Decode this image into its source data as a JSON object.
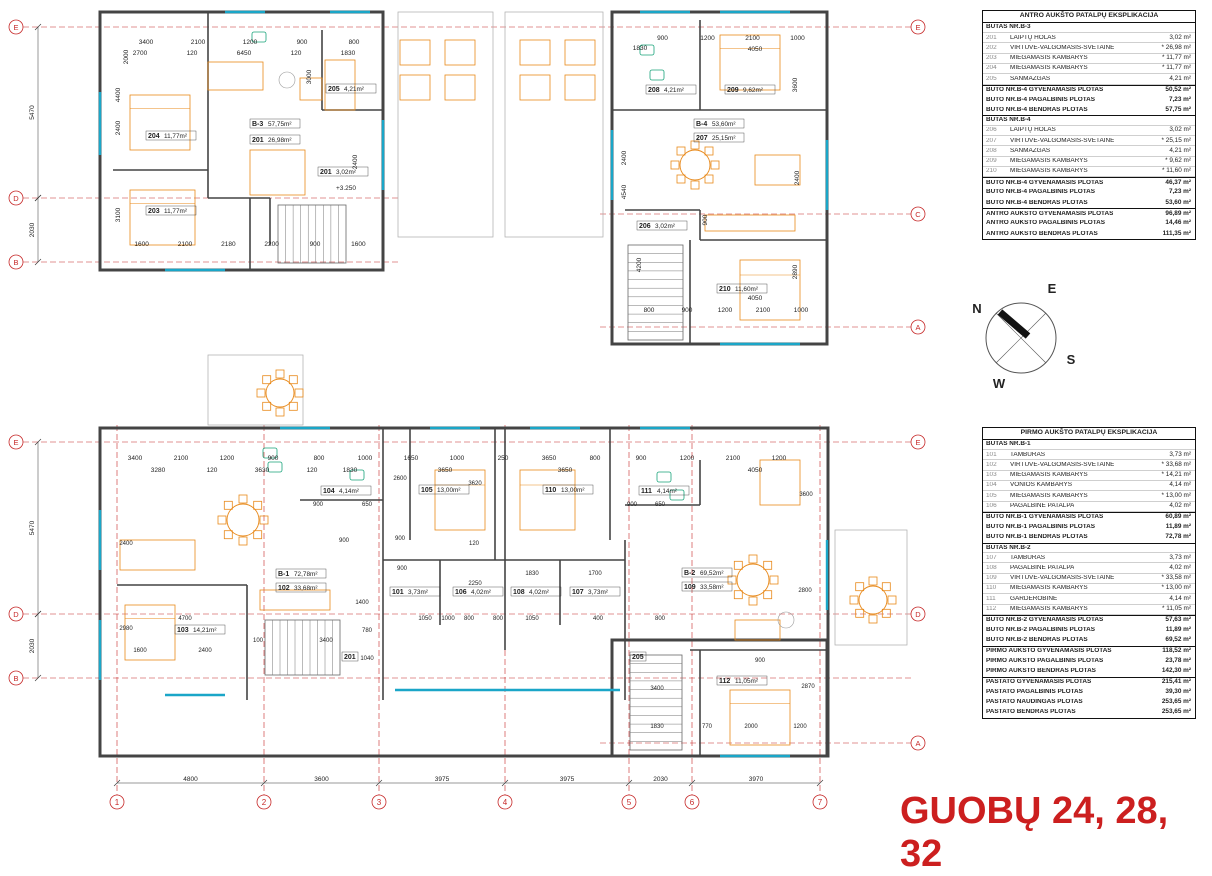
{
  "project_title": "GUOBŲ 24, 28, 32",
  "compass": {
    "n": "N",
    "e": "E",
    "s": "S",
    "w": "W"
  },
  "grid_rows": [
    "E",
    "D",
    "B",
    "C",
    "A"
  ],
  "grid_cols": [
    "1",
    "2",
    "3",
    "4",
    "5",
    "6",
    "7"
  ],
  "dims": {
    "left_vert": [
      "5470",
      "2030"
    ],
    "bottom_spans": [
      "4800",
      "3600",
      "3975",
      "3975",
      "2030",
      "3970"
    ],
    "upper_top": [
      "3400",
      "2100",
      "1200",
      "900",
      "800",
      "2700",
      "120",
      "6450",
      "120",
      "1830"
    ],
    "upper_right_top": [
      "900",
      "1200",
      "2100",
      "1000",
      "1830",
      "4050"
    ],
    "upper_bottom": [
      "1600",
      "2100",
      "2180",
      "2200",
      "900",
      "1600"
    ],
    "upper_right_bottom": [
      "800",
      "900",
      "1200",
      "2100",
      "1000",
      "4050"
    ],
    "upper_misc": [
      "2000",
      "4400",
      "2400",
      "3100",
      "3000",
      "2400",
      "3600",
      "4540",
      "2400",
      "900",
      "4200",
      "2890",
      "2400"
    ],
    "ground_top": [
      "3400",
      "2100",
      "1200",
      "900",
      "800",
      "1000",
      "1650",
      "1000",
      "250",
      "3650",
      "800",
      "900",
      "1200",
      "2100",
      "1200"
    ],
    "ground_top2": [
      "3280",
      "120",
      "3630",
      "120",
      "1830",
      "3650",
      "3650",
      "4050"
    ],
    "ground_misc": [
      "2400",
      "2980",
      "1600",
      "2400",
      "4700",
      "100",
      "3400",
      "900",
      "650",
      "900",
      "900",
      "650",
      "2600",
      "3620",
      "2250",
      "1830",
      "1700",
      "1050",
      "1000",
      "800",
      "800",
      "400",
      "1050",
      "800",
      "900",
      "2870",
      "3600",
      "2800",
      "1400",
      "770",
      "2000",
      "1200",
      "1830",
      "3400",
      "1040",
      "780",
      "120",
      "900",
      "900"
    ],
    "elev": "+3.250"
  },
  "rooms_upper": [
    {
      "id": "204",
      "area": "11,77m²"
    },
    {
      "id": "203",
      "area": "11,77m²"
    },
    {
      "id": "201",
      "area": "26,98m²"
    },
    {
      "id": "201",
      "area": "3,02m²"
    },
    {
      "id": "205",
      "area": "4,21m²"
    },
    {
      "id": "B-3",
      "area": "57,75m²"
    },
    {
      "id": "208",
      "area": "4,21m²"
    },
    {
      "id": "209",
      "area": "9,62m²"
    },
    {
      "id": "B-4",
      "area": "53,60m²"
    },
    {
      "id": "207",
      "area": "25,15m²"
    },
    {
      "id": "206",
      "area": "3,02m²"
    },
    {
      "id": "210",
      "area": "11,60m²"
    }
  ],
  "rooms_ground": [
    {
      "id": "B-1",
      "area": "72,78m²"
    },
    {
      "id": "102",
      "area": "33,68m²"
    },
    {
      "id": "103",
      "area": "14,21m²"
    },
    {
      "id": "104",
      "area": "4,14m²"
    },
    {
      "id": "105",
      "area": "13,00m²"
    },
    {
      "id": "101",
      "area": "3,73m²"
    },
    {
      "id": "106",
      "area": "4,02m²"
    },
    {
      "id": "201",
      "area": ""
    },
    {
      "id": "110",
      "area": "13,00m²"
    },
    {
      "id": "108",
      "area": "4,02m²"
    },
    {
      "id": "107",
      "area": "3,73m²"
    },
    {
      "id": "111",
      "area": "4,14m²"
    },
    {
      "id": "B-2",
      "area": "69,52m²"
    },
    {
      "id": "109",
      "area": "33,58m²"
    },
    {
      "id": "205",
      "area": ""
    },
    {
      "id": "112",
      "area": "11,05m²"
    }
  ],
  "upper_expl": {
    "title": "ANTRO AUKŠTO PATALPŲ EKSPLIKACIJA",
    "rows": [
      {
        "t": "head",
        "label": "BUTAS NR.B-3"
      },
      {
        "n": "201",
        "label": "LAIPTŲ HOLAS",
        "val": "3,02 m²"
      },
      {
        "n": "202",
        "label": "VIRTUVĖ-VALGOMASIS-SVETAINĖ",
        "val": "* 26,98 m²"
      },
      {
        "n": "203",
        "label": "MIEGAMASIS KAMBARYS",
        "val": "* 11,77 m²"
      },
      {
        "n": "204",
        "label": "MIEGAMASIS KAMBARYS",
        "val": "* 11,77 m²"
      },
      {
        "n": "205",
        "label": "SANMAZGAS",
        "val": "4,21 m²"
      },
      {
        "t": "tot sep",
        "label": "BUTO NR.B-4 GYVENAMASIS PLOTAS",
        "val": "50,52 m²"
      },
      {
        "t": "tot",
        "label": "BUTO NR.B-4  PAGALBINIS PLOTAS",
        "val": "7,23 m²"
      },
      {
        "t": "tot",
        "label": "BUTO NR.B-4  BENDRAS PLOTAS",
        "val": "57,75 m²"
      },
      {
        "t": "head sep",
        "label": "BUTAS NR.B-4"
      },
      {
        "n": "206",
        "label": "LAIPTŲ HOLAS",
        "val": "3,02 m²"
      },
      {
        "n": "207",
        "label": "VIRTUVĖ-VALGOMASIS-SVETAINĖ",
        "val": "* 25,15 m²"
      },
      {
        "n": "208",
        "label": "SANMAZGAS",
        "val": "4,21 m²"
      },
      {
        "n": "209",
        "label": "MIEGAMASIS KAMBARYS",
        "val": "* 9,62 m²"
      },
      {
        "n": "210",
        "label": "MIEGAMASIS KAMBARYS",
        "val": "* 11,60 m²"
      },
      {
        "t": "tot sep",
        "label": "BUTO NR.B-4 GYVENAMASIS PLOTAS",
        "val": "46,37 m²"
      },
      {
        "t": "tot",
        "label": "BUTO NR.B-4  PAGALBINIS PLOTAS",
        "val": "7,23 m²"
      },
      {
        "t": "tot",
        "label": "BUTO NR.B-4  BENDRAS PLOTAS",
        "val": "53,60 m²"
      },
      {
        "t": "tot sep",
        "label": "ANTRO AUKŠTO GYVENAMASIS PLOTAS",
        "val": "96,89 m²"
      },
      {
        "t": "tot",
        "label": "ANTRO AUKŠTO  PAGALBINIS PLOTAS",
        "val": "14,46 m²"
      },
      {
        "t": "tot",
        "label": "ANTRO AUKŠTO  BENDRAS PLOTAS",
        "val": "111,35 m²"
      }
    ]
  },
  "ground_expl": {
    "title": "PIRMO AUKŠTO PATALPŲ EKSPLIKACIJA",
    "rows": [
      {
        "t": "head",
        "label": "BUTAS NR.B-1"
      },
      {
        "n": "101",
        "label": "TAMBURAS",
        "val": "3,73 m²"
      },
      {
        "n": "102",
        "label": "VIRTUVĖ-VALGOMASIS-SVETAINĖ",
        "val": "* 33,68 m²"
      },
      {
        "n": "103",
        "label": "MIEGAMASIS KAMBARYS",
        "val": "* 14,21 m²"
      },
      {
        "n": "104",
        "label": "VONIOS KAMBARYS",
        "val": "4,14 m²"
      },
      {
        "n": "105",
        "label": "MIEGAMASIS KAMBARYS",
        "val": "* 13,00 m²"
      },
      {
        "n": "106",
        "label": "PAGALBINĖ PATALPA",
        "val": "4,02 m²"
      },
      {
        "t": "tot sep",
        "label": "BUTO NR.B-1 GYVENAMASIS PLOTAS",
        "val": "60,89 m²"
      },
      {
        "t": "tot",
        "label": "BUTO NR.B-1  PAGALBINIS PLOTAS",
        "val": "11,89 m²"
      },
      {
        "t": "tot",
        "label": "BUTO NR.B-1  BENDRAS PLOTAS",
        "val": "72,78 m²"
      },
      {
        "t": "head sep",
        "label": "BUTAS NR.B-2"
      },
      {
        "n": "107",
        "label": "TAMBURAS",
        "val": "3,73 m²"
      },
      {
        "n": "108",
        "label": "PAGALBINĖ PATALPA",
        "val": "4,02 m²"
      },
      {
        "n": "109",
        "label": "VIRTUVĖ-VALGOMASIS-SVETAINĖ",
        "val": "* 33,58 m²"
      },
      {
        "n": "110",
        "label": "MIEGAMASIS KAMBARYS",
        "val": "* 13,00 m²"
      },
      {
        "n": "111",
        "label": "GARDEROBINĖ",
        "val": "4,14 m²"
      },
      {
        "n": "112",
        "label": "MIEGAMASIS KAMBARYS",
        "val": "* 11,05 m²"
      },
      {
        "t": "tot sep",
        "label": "BUTO NR.B-2 GYVENAMASIS PLOTAS",
        "val": "57,63 m²"
      },
      {
        "t": "tot",
        "label": "BUTO NR.B-2  PAGALBINIS PLOTAS",
        "val": "11,89 m²"
      },
      {
        "t": "tot",
        "label": "BUTO NR.B-2  BENDRAS PLOTAS",
        "val": "69,52 m²"
      },
      {
        "t": "tot sep",
        "label": "PIRMO AUKŠTO GYVENAMASIS PLOTAS",
        "val": "118,52 m²"
      },
      {
        "t": "tot",
        "label": "PIRMO AUKŠTO  PAGALBINIS PLOTAS",
        "val": "23,78 m²"
      },
      {
        "t": "tot",
        "label": "PIRMO AUKŠTO  BENDRAS PLOTAS",
        "val": "142,30 m²"
      },
      {
        "t": "tot sep",
        "label": "PASTATO GYVENAMASIS PLOTAS",
        "val": "215,41 m²"
      },
      {
        "t": "tot",
        "label": "PASTATO PAGALBINIS PLOTAS",
        "val": "39,30 m²"
      },
      {
        "t": "tot",
        "label": "PASTATO  NAUDINGAS PLOTAS",
        "val": "253,65 m²"
      },
      {
        "t": "tot",
        "label": "PASTATO  BENDRAS PLOTAS",
        "val": "253,65 m²"
      }
    ]
  },
  "colors": {
    "wall": "#444444",
    "furniture": "#e8891a",
    "glass": "#1aa6c8",
    "grid": "#c62828",
    "dim": "#333333"
  }
}
